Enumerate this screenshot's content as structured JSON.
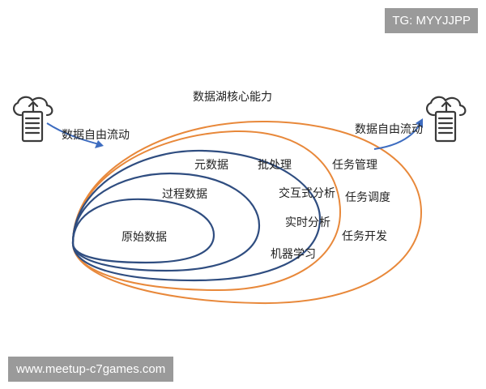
{
  "watermarks": {
    "tg": "TG: MYYJJPP",
    "site": "www.meetup-c7games.com"
  },
  "diagram": {
    "title": "数据湖核心能力",
    "flow_in": "数据自由流动",
    "flow_out": "数据自由流动",
    "layers": {
      "raw": "原始数据",
      "process": "过程数据",
      "meta": "元数据",
      "batch": "批处理",
      "interactive": "交互式分析",
      "realtime": "实时分析",
      "ml": "机器学习",
      "task_mgmt": "任务管理",
      "task_sched": "任务调度",
      "task_dev": "任务开发"
    },
    "icons": [
      "cloud-server-icon",
      "cloud-server-icon"
    ]
  },
  "colors": {
    "blue_ring": "#2f4d80",
    "orange_ring": "#e8883a",
    "arrow": "#3d6cc0",
    "icon": "#3a3a3a",
    "badge": "#9a9a9a"
  }
}
